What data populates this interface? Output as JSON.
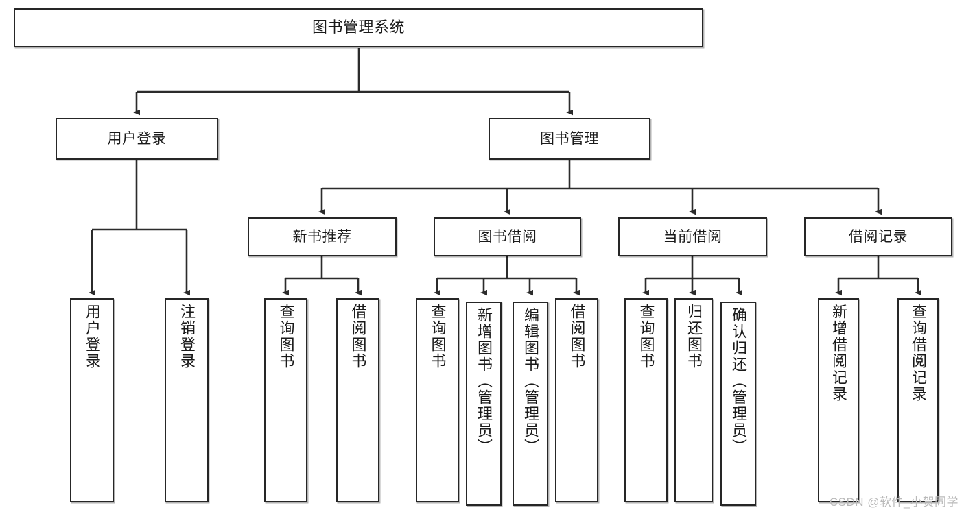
{
  "diagram": {
    "title": "图书管理系统",
    "type": "tree",
    "watermark": "CSDN @软件_小贺同学",
    "colors": {
      "box_border": "#262626",
      "box_fill": "#ffffff",
      "connector": "#333333",
      "text": "#1a1a1a",
      "watermark": "#b9b9b9"
    },
    "levels": {
      "root": {
        "label": "图书管理系统"
      },
      "level2": [
        {
          "id": "user-login",
          "label": "用户登录"
        },
        {
          "id": "book-management",
          "label": "图书管理"
        }
      ],
      "level3": [
        {
          "id": "new-book-recommend",
          "label": "新书推荐",
          "parent": "book-management"
        },
        {
          "id": "book-borrow",
          "label": "图书借阅",
          "parent": "book-management"
        },
        {
          "id": "current-borrow",
          "label": "当前借阅",
          "parent": "book-management"
        },
        {
          "id": "borrow-record",
          "label": "借阅记录",
          "parent": "book-management"
        }
      ],
      "leaves": [
        {
          "id": "leaf-user-login",
          "label": "用户登录",
          "parent": "user-login"
        },
        {
          "id": "leaf-logout",
          "label": "注销登录",
          "parent": "user-login"
        },
        {
          "id": "leaf-query-book-1",
          "label": "查询图书",
          "parent": "new-book-recommend"
        },
        {
          "id": "leaf-borrow-book-1",
          "label": "借阅图书",
          "parent": "new-book-recommend"
        },
        {
          "id": "leaf-query-book-2",
          "label": "查询图书",
          "parent": "book-borrow"
        },
        {
          "id": "leaf-add-book",
          "label": "新增图书（管理员）",
          "parent": "book-borrow"
        },
        {
          "id": "leaf-edit-book",
          "label": "编辑图书（管理员）",
          "parent": "book-borrow"
        },
        {
          "id": "leaf-borrow-book-2",
          "label": "借阅图书",
          "parent": "book-borrow"
        },
        {
          "id": "leaf-query-book-3",
          "label": "查询图书",
          "parent": "current-borrow"
        },
        {
          "id": "leaf-return-book",
          "label": "归还图书",
          "parent": "current-borrow"
        },
        {
          "id": "leaf-confirm-return",
          "label": "确认归还（管理员）",
          "parent": "current-borrow"
        },
        {
          "id": "leaf-add-record",
          "label": "新增借阅记录",
          "parent": "borrow-record"
        },
        {
          "id": "leaf-query-record",
          "label": "查询借阅记录",
          "parent": "borrow-record"
        }
      ]
    }
  }
}
